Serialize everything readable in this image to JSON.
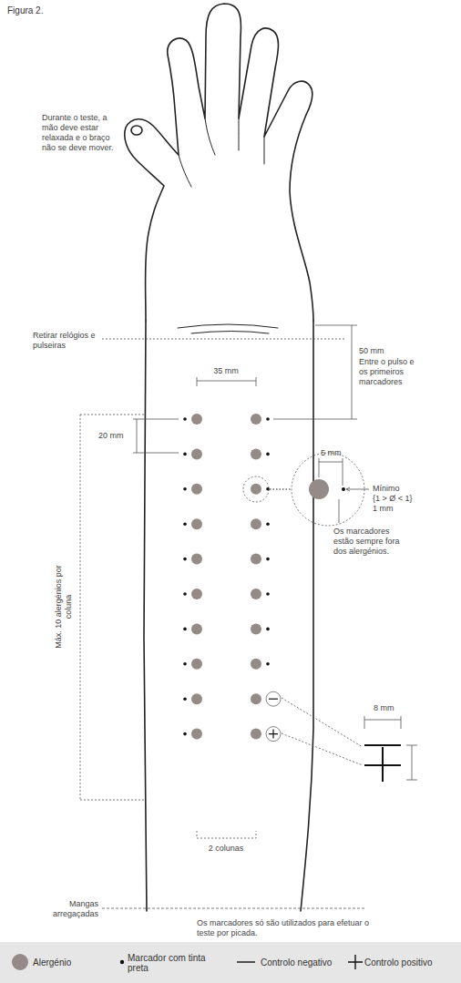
{
  "diagram": {
    "title": "Figura 2.",
    "labels": [
      "Durante o teste, a mão deve estar relaxada e o braço não se deve mover.",
      "Retirar relógios e pulseiras",
      "50 mm",
      "Entre o pulso e os primeiros marcadores",
      "35 mm",
      "20 mm",
      "5 mm",
      "Mínimo",
      "{1 > Ø < 1}",
      "1 mm",
      "Os marcadores estão sempre fora dos alergénios.",
      "Máx. 10 alergénios por coluna",
      "8 mm",
      "2 colunas",
      "Mangas arregaçadas",
      "Os marcadores só são utilizados para efetuar o teste por picada."
    ],
    "legend": [
      {
        "text": "Alergénio",
        "color": "#948a87"
      },
      {
        "text": "Marcador com tinta preta"
      },
      {
        "text": "Controlo negativo"
      },
      {
        "text": "Controlo positivo"
      }
    ]
  }
}
